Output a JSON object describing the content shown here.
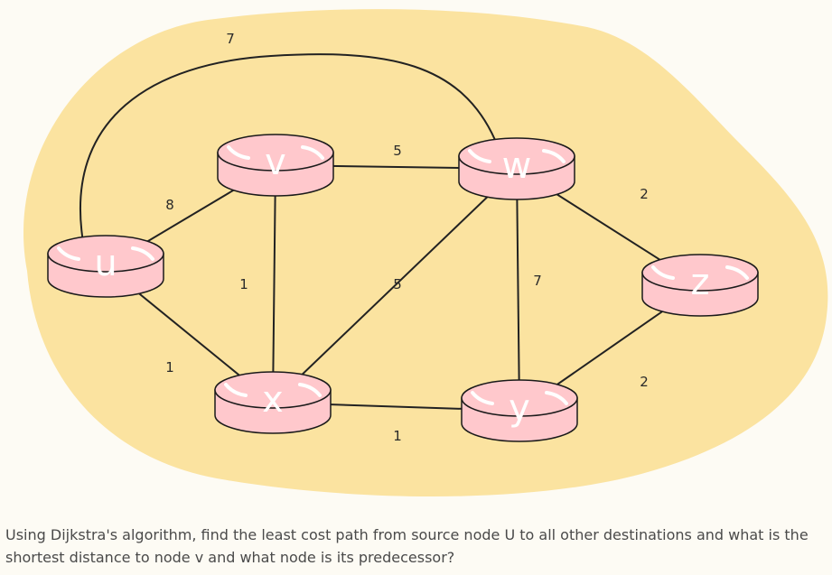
{
  "colors": {
    "cloud": "#fbe3a0",
    "router_fill": "#ffc8cc",
    "router_stroke": "#1a1a1a",
    "edge": "#222222",
    "router_label": "#ffffff"
  },
  "nodes": [
    {
      "id": "u",
      "label": "u"
    },
    {
      "id": "v",
      "label": "v"
    },
    {
      "id": "w",
      "label": "w"
    },
    {
      "id": "x",
      "label": "x"
    },
    {
      "id": "y",
      "label": "y"
    },
    {
      "id": "z",
      "label": "z"
    }
  ],
  "edges": [
    {
      "from": "u",
      "to": "w",
      "cost": "7"
    },
    {
      "from": "u",
      "to": "v",
      "cost": "8"
    },
    {
      "from": "u",
      "to": "x",
      "cost": "1"
    },
    {
      "from": "v",
      "to": "w",
      "cost": "5"
    },
    {
      "from": "v",
      "to": "x",
      "cost": "1"
    },
    {
      "from": "w",
      "to": "x",
      "cost": "5"
    },
    {
      "from": "w",
      "to": "y",
      "cost": "7"
    },
    {
      "from": "w",
      "to": "z",
      "cost": "2"
    },
    {
      "from": "x",
      "to": "y",
      "cost": "1"
    },
    {
      "from": "y",
      "to": "z",
      "cost": "2"
    }
  ],
  "question": "Using Dijkstra's algorithm, find the least cost path from source node U to all other destinations and what is the shortest distance to node v and what node is its predecessor?"
}
